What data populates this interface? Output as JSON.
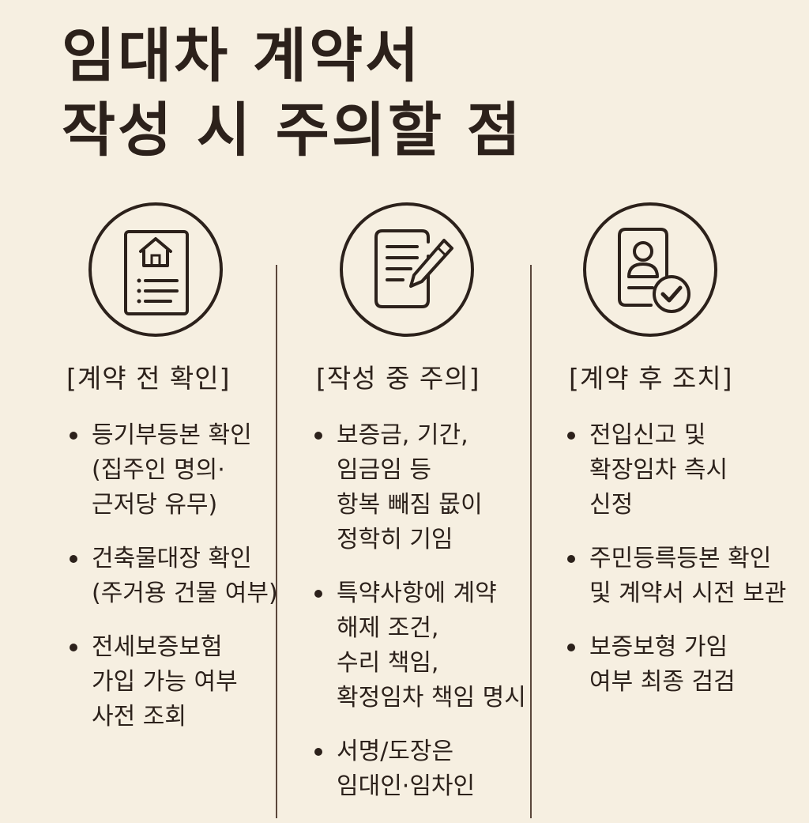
{
  "page": {
    "title_line1": "임대차 계약서",
    "title_line2": "작성 시 주의할 점"
  },
  "colors": {
    "background": "#f6efe1",
    "ink": "#2c211b",
    "divider": "#5a463b"
  },
  "columns": [
    {
      "icon": "house-document-icon",
      "heading": "[계약 전 확인]",
      "points": [
        {
          "lines": [
            "등기부등본 확인",
            "(집주인 명의·",
            "근저당 유무)"
          ]
        },
        {
          "lines": [
            "건축물대장 확인",
            "(주거용 건물 여부)"
          ]
        },
        {
          "lines": [
            "전세보증보험",
            "가입 가능 여부",
            "사전 조회"
          ]
        }
      ]
    },
    {
      "icon": "document-pen-icon",
      "heading": "[작성 중 주의]",
      "points": [
        {
          "lines": [
            "보증금, 기간,",
            "임금임 등",
            "항복 빼짐 몺이",
            "정학히 기임"
          ]
        },
        {
          "lines": [
            "특약사항에 계약",
            "해제 조건,",
            "수리 책임,",
            "확정임차 책임 명시"
          ]
        },
        {
          "lines": [
            "서명/도장은",
            "임대인·임차인"
          ]
        }
      ]
    },
    {
      "icon": "user-document-check-icon",
      "heading": "[계약 후 조치]",
      "points": [
        {
          "lines": [
            "전입신고 및",
            "확장임차 측시",
            "신정"
          ]
        },
        {
          "lines": [
            "주민등륵등본 확인",
            "및 계약서 시전 보관"
          ]
        },
        {
          "lines": [
            "보증보형 가임",
            "여부 최종 검검"
          ]
        }
      ]
    }
  ]
}
